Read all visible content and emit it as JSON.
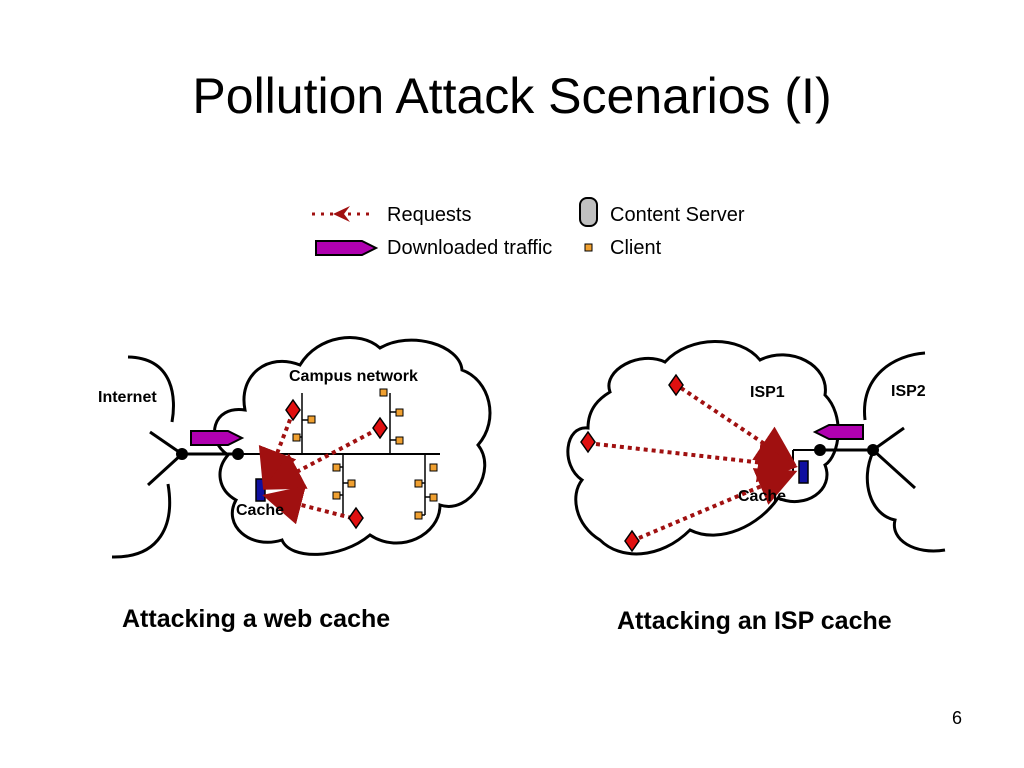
{
  "slide": {
    "title": "Pollution Attack Scenarios (I)",
    "page_number": "6"
  },
  "legend": {
    "requests": "Requests",
    "downloaded_traffic": "Downloaded traffic",
    "content_server": "Content Server",
    "client": "Client"
  },
  "left_diagram": {
    "internet_label": "Internet",
    "network_label": "Campus network",
    "cache_label": "Cache",
    "caption": "Attacking a web cache"
  },
  "right_diagram": {
    "isp1_label": "ISP1",
    "isp2_label": "ISP2",
    "cache_label": "Cache",
    "caption": "Attacking an ISP cache"
  },
  "colors": {
    "request_arrow": "#a01010",
    "traffic_arrow": "#b000b0",
    "attacker": "#e01010",
    "cache": "#1010a0",
    "client_fill": "#f0a030",
    "server_fill": "#c0c0c0"
  }
}
